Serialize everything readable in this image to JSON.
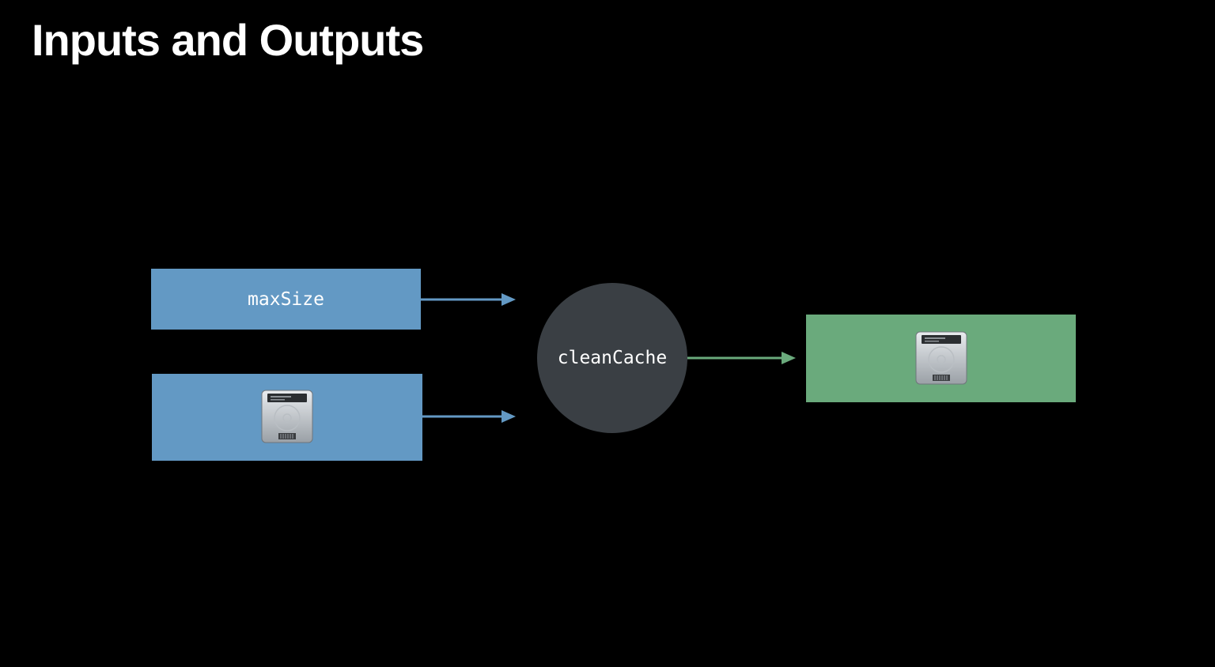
{
  "slide": {
    "title": "Inputs and Outputs"
  },
  "diagram": {
    "inputs": [
      {
        "label": "maxSize",
        "icon": "hard-drive-icon-absent"
      },
      {
        "label": "",
        "icon": "hard-drive-icon"
      }
    ],
    "process": {
      "label": "cleanCache"
    },
    "output": {
      "label": "",
      "icon": "hard-drive-icon"
    }
  },
  "colors": {
    "background": "#000000",
    "input_fill": "#6399c4",
    "input_arrow": "#6399c4",
    "process_fill": "#3a3f44",
    "output_fill": "#6aaa7c",
    "output_arrow": "#6aaa7c",
    "text": "#ffffff"
  }
}
